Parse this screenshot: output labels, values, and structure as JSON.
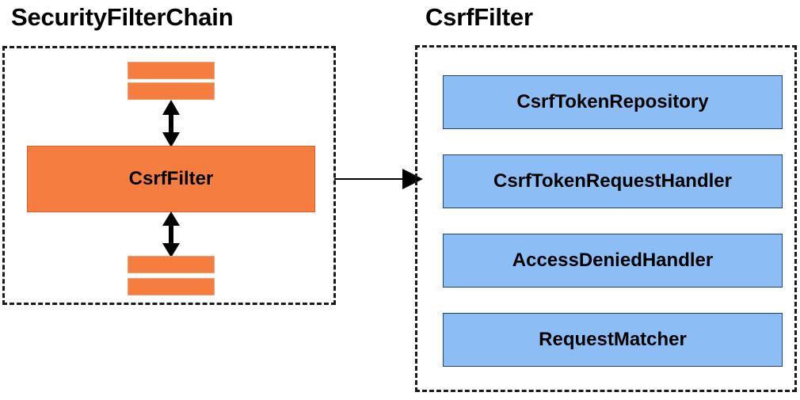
{
  "diagram": {
    "type": "architecture-block-diagram",
    "background_color": "#ffffff",
    "palette": {
      "orange_fill": "#f47d3f",
      "orange_border": "#d9602a",
      "blue_fill": "#8cbef5",
      "blue_border": "#1f3f8f",
      "shadow_dark": "#9d9d9d",
      "shadow_light": "#e2e2e2",
      "outline": "#1a1a1a",
      "text": "#000000"
    }
  },
  "left_panel": {
    "title": "SecurityFilterChain",
    "border_style": "dashed",
    "main_node": {
      "label": "CsrfFilter",
      "color": "#f47d3f"
    },
    "stack_bars_top": [
      {
        "label": ""
      },
      {
        "label": ""
      }
    ],
    "stack_bars_bottom": [
      {
        "label": ""
      },
      {
        "label": ""
      }
    ],
    "connectors": [
      {
        "name": "top-double-arrow",
        "direction": "bidirectional",
        "orientation": "vertical"
      },
      {
        "name": "bottom-double-arrow",
        "direction": "bidirectional",
        "orientation": "vertical"
      }
    ]
  },
  "right_panel": {
    "title": "CsrfFilter",
    "border_style": "dashed",
    "nodes": [
      {
        "label": "CsrfTokenRepository",
        "color": "#8cbef5"
      },
      {
        "label": "CsrfTokenRequestHandler",
        "color": "#8cbef5"
      },
      {
        "label": "AccessDeniedHandler",
        "color": "#8cbef5"
      },
      {
        "label": "RequestMatcher",
        "color": "#8cbef5"
      }
    ]
  },
  "cross_connector": {
    "name": "left-to-right-arrow",
    "direction": "unidirectional",
    "orientation": "horizontal",
    "from": "CsrfFilter",
    "to": "CsrfFilter detail panel"
  }
}
